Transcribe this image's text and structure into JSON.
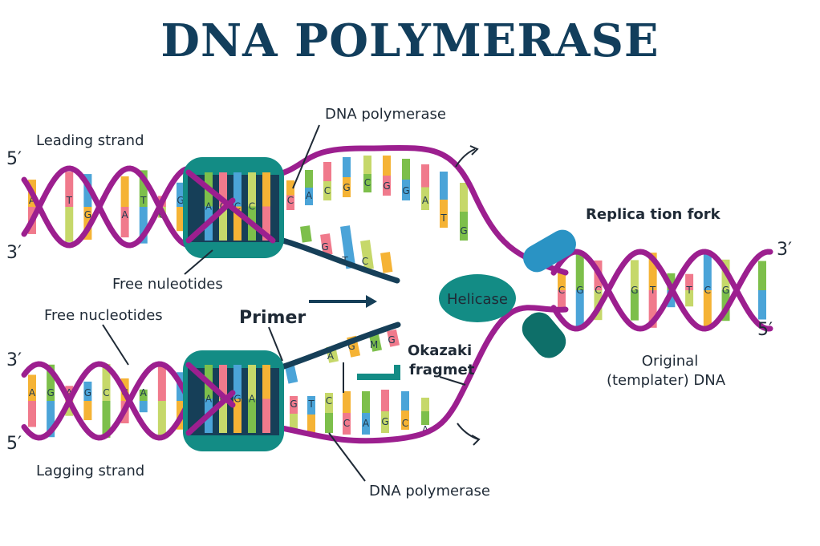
{
  "title": "DNA POLYMERASE",
  "labels": {
    "leading_strand": "Leading strand",
    "lagging_strand": "Lagging strand",
    "free_nuleotides": "Free nuleotides",
    "free_nucleotides": "Free nucleotides",
    "dna_polymerase_top": "DNA polymerase",
    "dna_polymerase_bottom": "DNA polymerase",
    "primer": "Primer",
    "okazaki_line1": "Okazaki",
    "okazaki_line2": "fragmet",
    "helicase": "Helicase",
    "replication_fork": "Replica tion fork",
    "original_line1": "Original",
    "original_line2": "(templater) DNA"
  },
  "ends": {
    "top_left_5": "5′",
    "top_left_3": "3′",
    "bottom_left_3": "3′",
    "bottom_left_5": "5′",
    "right_3": "3′",
    "right_5": "5′"
  },
  "bases": {
    "top_left": [
      "A",
      "T",
      "G",
      "A",
      "T",
      "C",
      "G",
      "A"
    ],
    "top_poly": [
      "A",
      "C",
      "C",
      "C"
    ],
    "top_arm": [
      "C",
      "A",
      "C",
      "G",
      "C",
      "G",
      "G",
      "A",
      "T",
      "G"
    ],
    "top_free": [
      "G",
      "T",
      "C"
    ],
    "bottom_left": [
      "A",
      "G",
      "A",
      "G",
      "C",
      "C",
      "A"
    ],
    "bottom_poly": [
      "A",
      "C",
      "G",
      "A"
    ],
    "bottom_arm": [
      "G",
      "T",
      "C",
      "C",
      "A",
      "G",
      "C",
      "A"
    ],
    "bottom_free": [
      "A",
      "G",
      "M",
      "G"
    ],
    "right": [
      "C",
      "G",
      "C",
      "G",
      "T",
      "A",
      "T",
      "C",
      "G"
    ]
  },
  "colors": {
    "backbone": "#9c1f8f",
    "template": "#163f58",
    "enzyme": "#138c85",
    "enzyme_dark": "#0e6f69",
    "helicase": "#138c85",
    "fork_cap": "#2a93c4",
    "bases": [
      "#f5b335",
      "#7dbf4b",
      "#f07a8c",
      "#4ba4d8",
      "#c6d86a"
    ]
  }
}
